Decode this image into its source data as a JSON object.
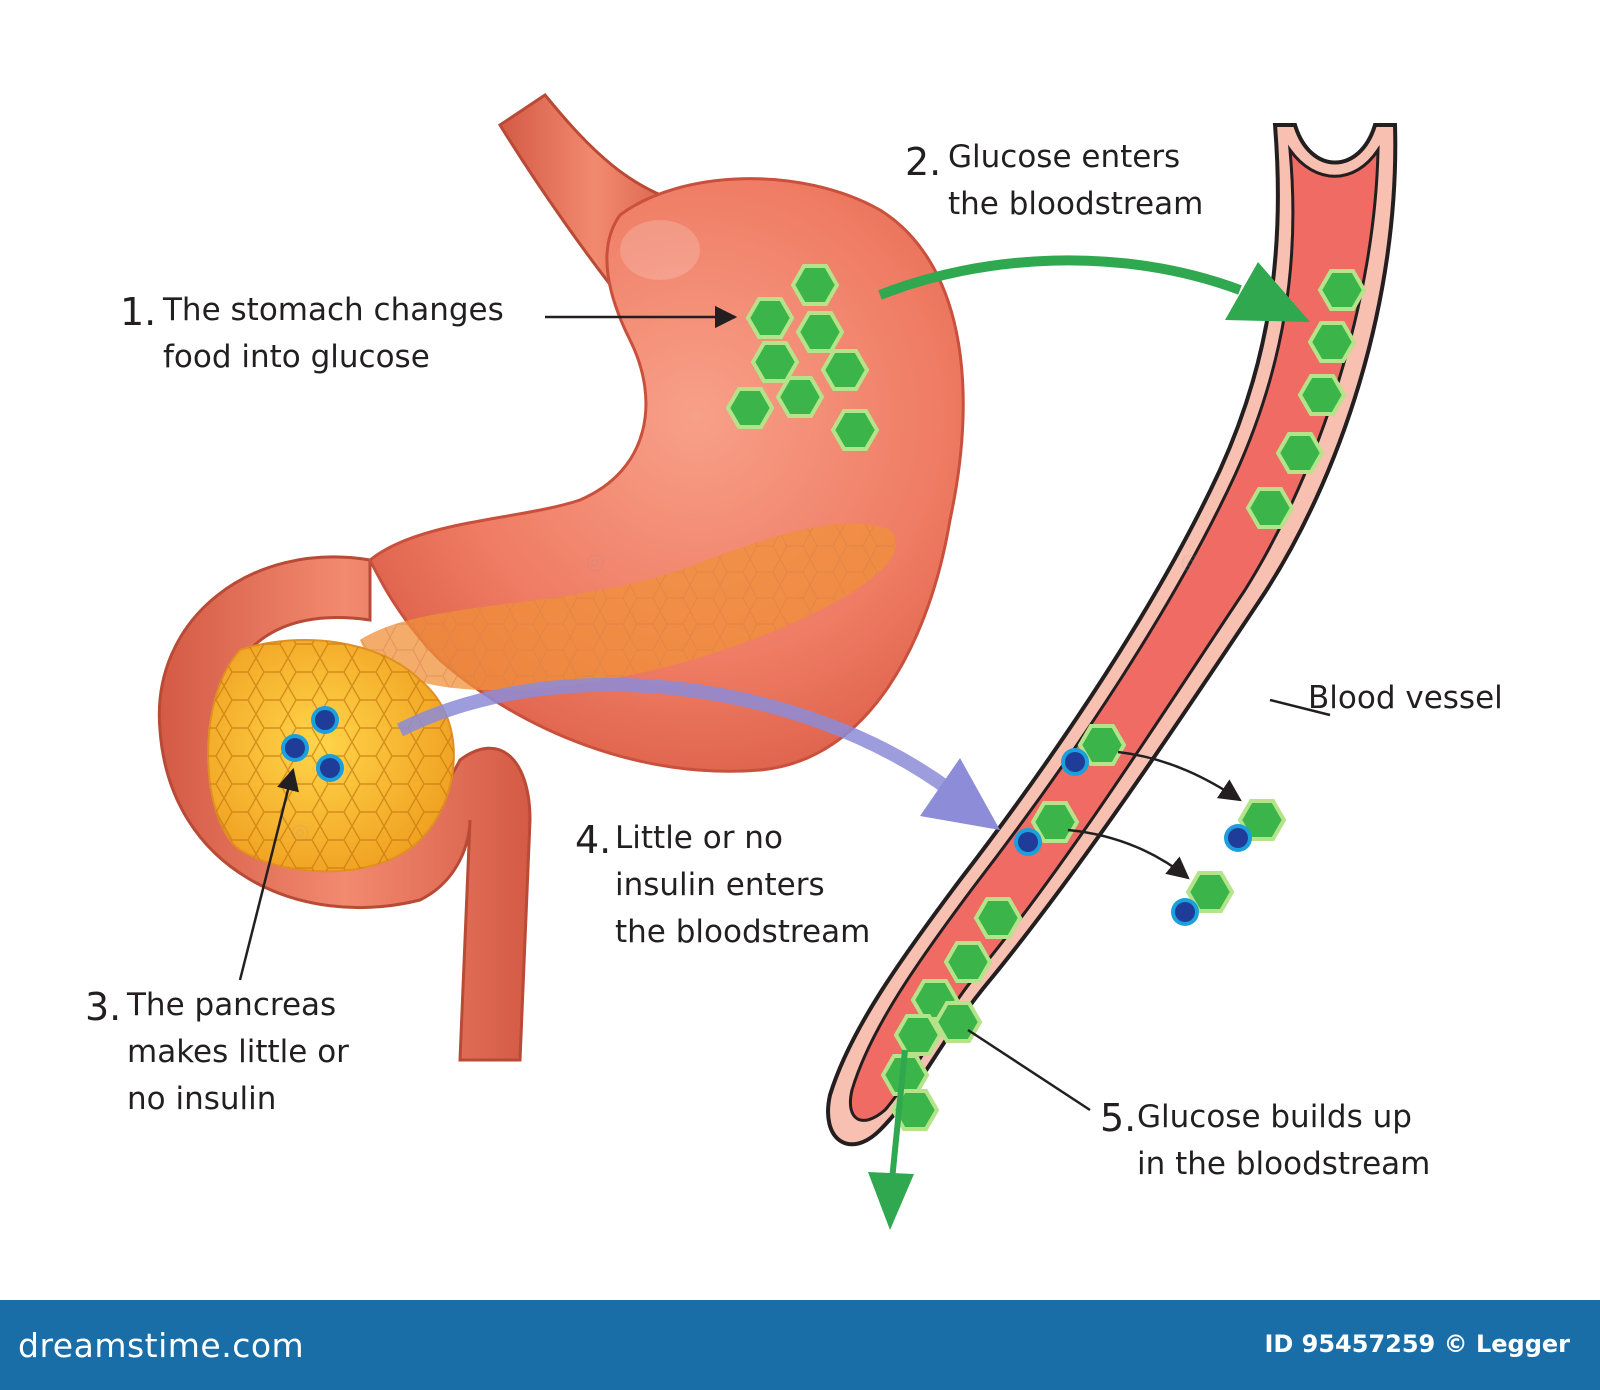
{
  "labels": {
    "step1": {
      "number": "1.",
      "lines": [
        "The stomach changes",
        "food into glucose"
      ]
    },
    "step2": {
      "number": "2.",
      "lines": [
        "Glucose enters",
        "the bloodstream"
      ]
    },
    "step3": {
      "number": "3.",
      "lines": [
        "The pancreas",
        "makes little or",
        "no insulin"
      ]
    },
    "step4": {
      "number": "4.",
      "lines": [
        "Little or no",
        "insulin enters",
        "the bloodstream"
      ]
    },
    "step5": {
      "number": "5.",
      "lines": [
        "Glucose builds up",
        "in the bloodstream"
      ]
    },
    "vessel": "Blood vessel"
  },
  "footer": {
    "brand": "dreamstime.com",
    "credit": "ID 95457259 © Legger"
  },
  "colors": {
    "stomach": "#ef7b63",
    "stomach_dark": "#c9503c",
    "pancreas": "#f0a94a",
    "glucose": "#3bb54a",
    "glucose_edge": "#b5e38a",
    "insulin": "#1f3c99",
    "insulin_ring": "#1aa0dc",
    "vessel_fill": "#ef6b63",
    "vessel_wall": "#f7c0b0",
    "arrow_green": "#2fa84f",
    "arrow_purple": "#8c8cd8",
    "footer_bg": "#1a6ea8"
  }
}
